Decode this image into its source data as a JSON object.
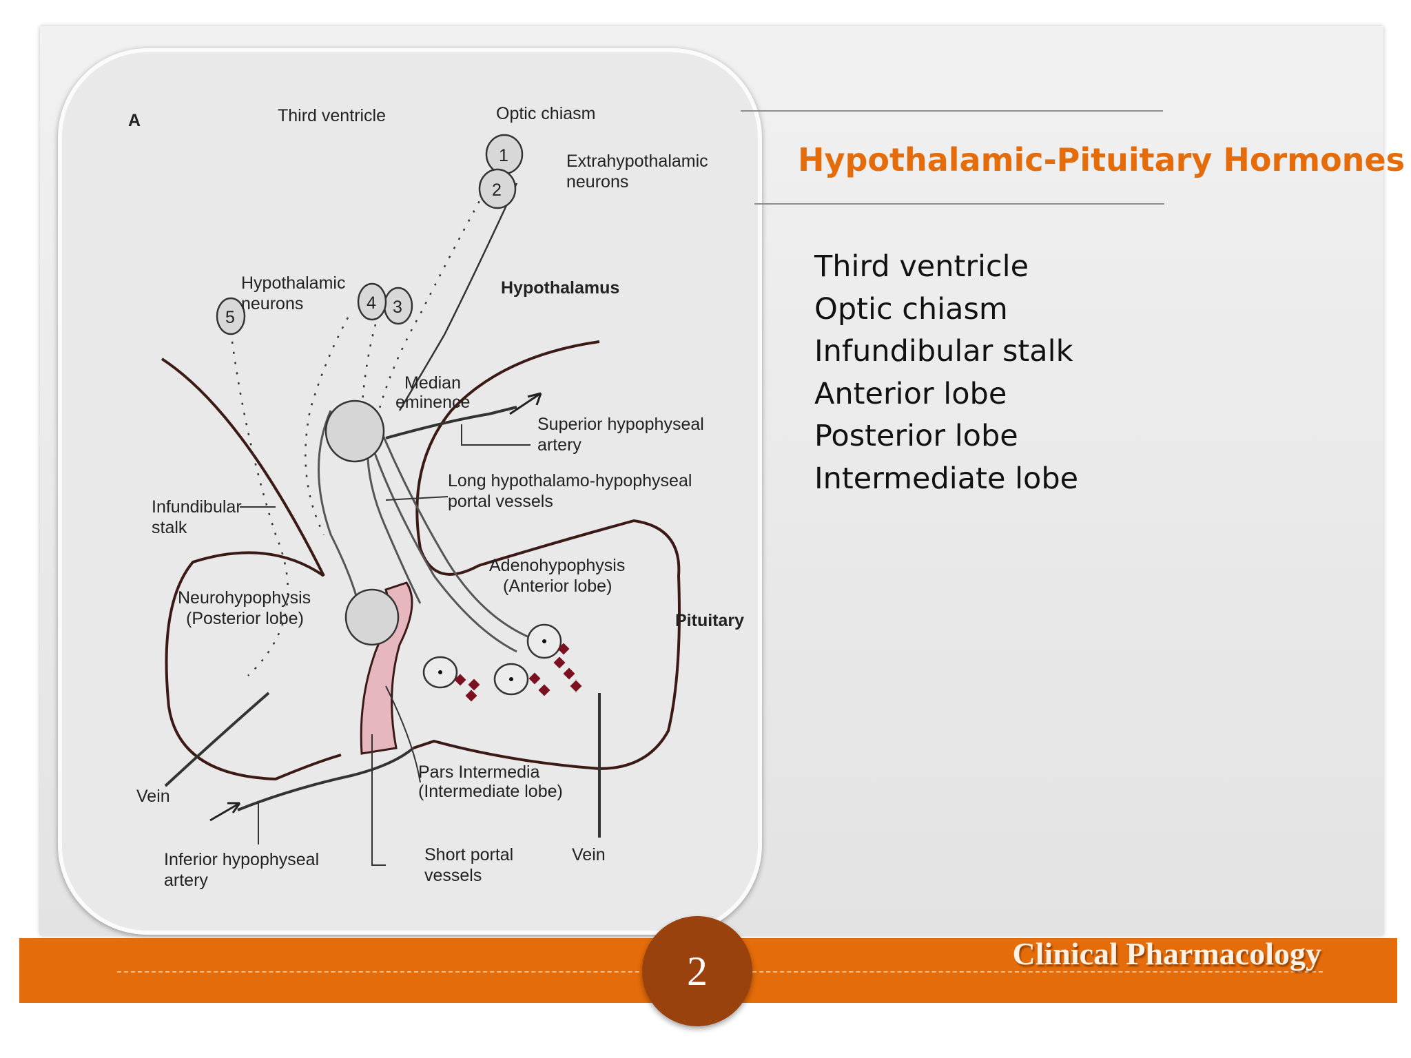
{
  "slide": {
    "title": "Hypothalamic-Pituitary Hormones",
    "bullets": [
      "Third ventricle",
      "Optic chiasm",
      "Infundibular stalk",
      "Anterior lobe",
      "Posterior lobe",
      "Intermediate lobe"
    ],
    "page_number": "2",
    "footer_brand": "Clinical Pharmacology"
  },
  "figure": {
    "panel_letter": "A",
    "labels": {
      "third_ventricle": "Third ventricle",
      "optic_chiasm": "Optic chiasm",
      "extrahypothalamic_1": "Extrahypothalamic",
      "extrahypothalamic_2": "neurons",
      "hypothalamic_neurons_1": "Hypothalamic",
      "hypothalamic_neurons_2": "neurons",
      "hypothalamus": "Hypothalamus",
      "median_1": "Median",
      "median_2": "eminence",
      "superior_1": "Superior hypophyseal",
      "superior_2": "artery",
      "long_portal_1": "Long hypothalamo-hypophyseal",
      "long_portal_2": "portal vessels",
      "infundibular_1": "Infundibular",
      "infundibular_2": "stalk",
      "adeno_1": "Adenohypophysis",
      "adeno_2": "(Anterior lobe)",
      "neuro_1": "Neurohypophysis",
      "neuro_2": "(Posterior lobe)",
      "pituitary": "Pituitary",
      "pars_1": "Pars Intermedia",
      "pars_2": "(Intermediate lobe)",
      "vein_left": "Vein",
      "vein_right": "Vein",
      "inferior_1": "Inferior hypophyseal",
      "inferior_2": "artery",
      "short_1": "Short portal",
      "short_2": "vessels"
    },
    "neuron_numbers": [
      "1",
      "2",
      "3",
      "4",
      "5"
    ],
    "colors": {
      "outline": "#3b1a16",
      "pars_intermedia": "#e7b7c0",
      "hormone_granules": "#7a1020",
      "accent": "#e46c0a"
    }
  }
}
